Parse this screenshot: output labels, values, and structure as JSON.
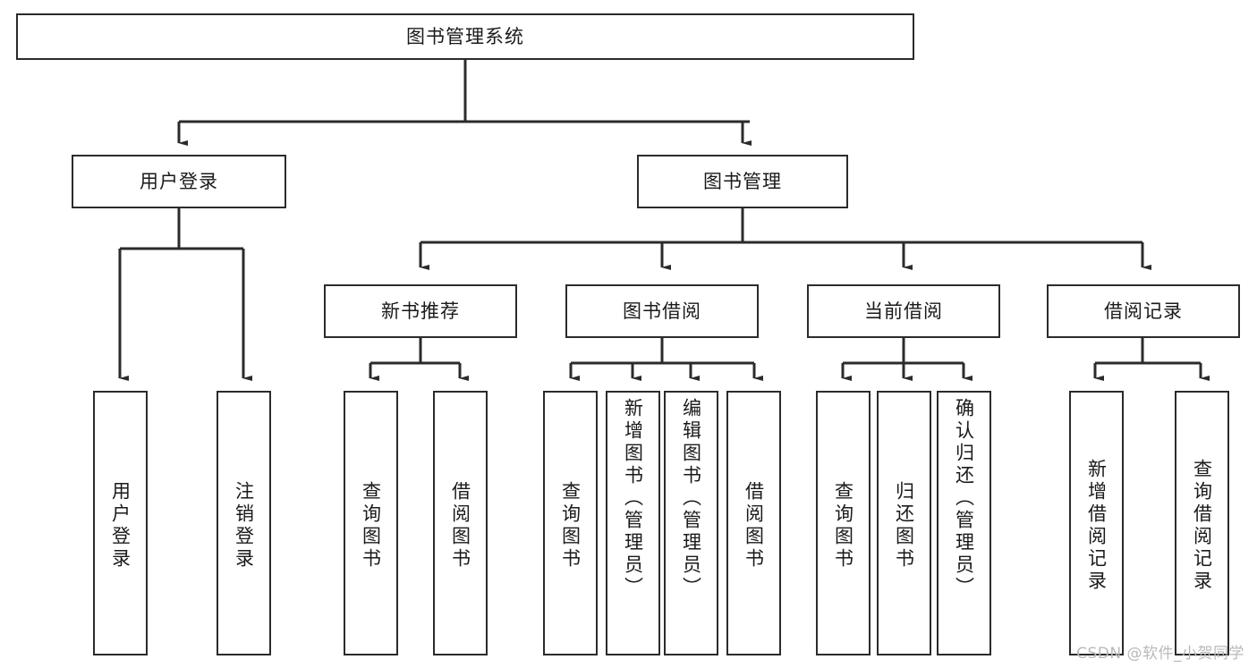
{
  "diagram": {
    "title": "图书管理系统",
    "watermark": "CSDN @软件_小贺同学",
    "line_color": "#2b2b2b",
    "box_fill": "#ffffff",
    "text_color": "#1a1a1a",
    "watermark_color": "#b9b9b9"
  },
  "root": {
    "label": "图书管理系统"
  },
  "level2": [
    {
      "label": "用户登录"
    },
    {
      "label": "图书管理"
    }
  ],
  "level3": [
    {
      "label": "新书推荐"
    },
    {
      "label": "图书借阅"
    },
    {
      "label": "当前借阅"
    },
    {
      "label": "借阅记录"
    }
  ],
  "leaves": {
    "user_login": [
      {
        "label": "用户登录"
      },
      {
        "label": "注销登录"
      }
    ],
    "new_book": [
      {
        "label": "查询图书"
      },
      {
        "label": "借阅图书"
      }
    ],
    "book_borrow": [
      {
        "label": "查询图书"
      },
      {
        "label": "新增图书（管理员）"
      },
      {
        "label": "编辑图书（管理员）"
      },
      {
        "label": "借阅图书"
      }
    ],
    "current_borrow": [
      {
        "label": "查询图书"
      },
      {
        "label": "归还图书"
      },
      {
        "label": "确认归还（管理员）"
      }
    ],
    "borrow_record": [
      {
        "label": "新增借阅记录"
      },
      {
        "label": "查询借阅记录"
      }
    ]
  }
}
